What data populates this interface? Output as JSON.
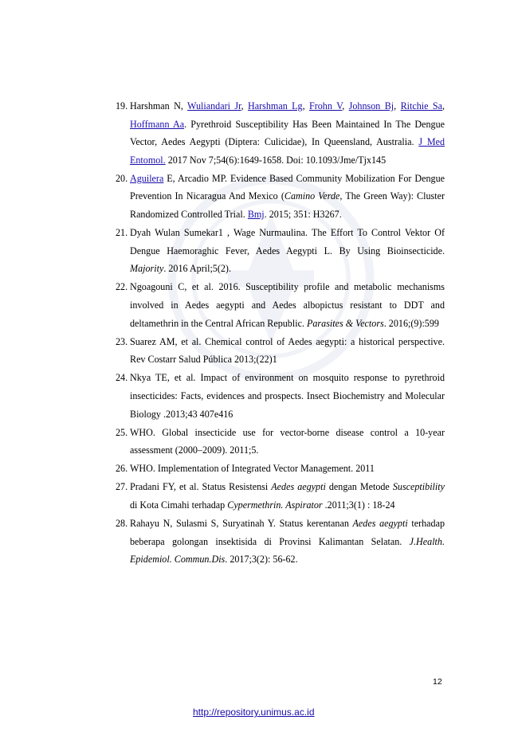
{
  "references": [
    {
      "num": "19.",
      "parts": [
        {
          "t": "Harshman N, "
        },
        {
          "t": "Wuliandari Jr",
          "link": true
        },
        {
          "t": ", "
        },
        {
          "t": "Harshman Lg",
          "link": true
        },
        {
          "t": ", "
        },
        {
          "t": "Frohn V",
          "link": true
        },
        {
          "t": ", "
        },
        {
          "t": "Johnson Bj",
          "link": true
        },
        {
          "t": ", "
        },
        {
          "t": "Ritchie Sa",
          "link": true
        },
        {
          "t": ", "
        },
        {
          "t": "Hoffmann Aa",
          "link": true
        },
        {
          "t": ". Pyrethroid Susceptibility Has Been Maintained In The Dengue Vector, Aedes Aegypti (Diptera: Culicidae), In Queensland, Australia. "
        },
        {
          "t": "J Med Entomol.",
          "link": true
        },
        {
          "t": " 2017 Nov 7;54(6):1649-1658. Doi: 10.1093/Jme/Tjx145"
        }
      ]
    },
    {
      "num": "20.",
      "parts": [
        {
          "t": "Aguilera",
          "link": true
        },
        {
          "t": " E, Arcadio MP. Evidence Based Community Mobilization For Dengue Prevention In Nicaragua And Mexico ("
        },
        {
          "t": "Camino Verde",
          "italic": true
        },
        {
          "t": ", The Green Way): Cluster Randomized Controlled Trial. "
        },
        {
          "t": "Bmj",
          "link": true
        },
        {
          "t": ". 2015; 351: H3267."
        }
      ]
    },
    {
      "num": "21.",
      "parts": [
        {
          "t": "Dyah Wulan Sumekar1 , Wage Nurmaulina. The Effort To Control Vektor Of Dengue Haemoraghic Fever, Aedes Aegypti L. By Using Bioinsecticide. "
        },
        {
          "t": "Majority",
          "italic": true
        },
        {
          "t": ". 2016 April;5(2)."
        }
      ]
    },
    {
      "num": "22.",
      "parts": [
        {
          "t": "Ngoagouni C, et al. 2016. Susceptibility profile and metabolic mechanisms involved in Aedes aegypti and Aedes albopictus resistant to DDT and deltamethrin in the Central African Republic. "
        },
        {
          "t": "Parasites & Vectors",
          "italic": true
        },
        {
          "t": ". 2016;(9):599"
        }
      ]
    },
    {
      "num": "23.",
      "parts": [
        {
          "t": "Suarez AM, et al. Chemical control of Aedes aegypti: a historical perspective. Rev Costarr Salud Pública 2013;(22)1"
        }
      ]
    },
    {
      "num": "24.",
      "parts": [
        {
          "t": "Nkya TE, et al. Impact of environment on mosquito response to pyrethroid insecticides: Facts, evidences and prospects. Insect Biochemistry and Molecular Biology .2013;43 407e416"
        }
      ]
    },
    {
      "num": "25.",
      "parts": [
        {
          "t": "WHO. Global insecticide use for vector-borne disease control a 10-year assessment (2000–2009). 2011;5."
        }
      ]
    },
    {
      "num": "26.",
      "parts": [
        {
          "t": "WHO. Implementation of Integrated Vector Management. 2011"
        }
      ]
    },
    {
      "num": "27.",
      "parts": [
        {
          "t": "Pradani FY, et al. Status Resistensi "
        },
        {
          "t": "Aedes aegypti",
          "italic": true
        },
        {
          "t": " dengan Metode "
        },
        {
          "t": "Susceptibility",
          "italic": true
        },
        {
          "t": " di Kota Cimahi terhadap "
        },
        {
          "t": "Cypermethrin. Aspirator",
          "italic": true
        },
        {
          "t": " .2011;3(1) : 18-24"
        }
      ]
    },
    {
      "num": "28.",
      "parts": [
        {
          "t": "Rahayu N, Sulasmi S, Suryatinah Y. Status kerentanan "
        },
        {
          "t": "Aedes aegypti",
          "italic": true
        },
        {
          "t": " terhadap beberapa golongan insektisida di Provinsi Kalimantan Selatan. "
        },
        {
          "t": "J.Health. Epidemiol. Commun.Dis",
          "italic": true
        },
        {
          "t": ". 2017;3(2): 56-62."
        }
      ]
    }
  ],
  "page_number": "12",
  "footer_url": "http://repository.unimus.ac.id",
  "colors": {
    "link": "#1a0dab"
  }
}
